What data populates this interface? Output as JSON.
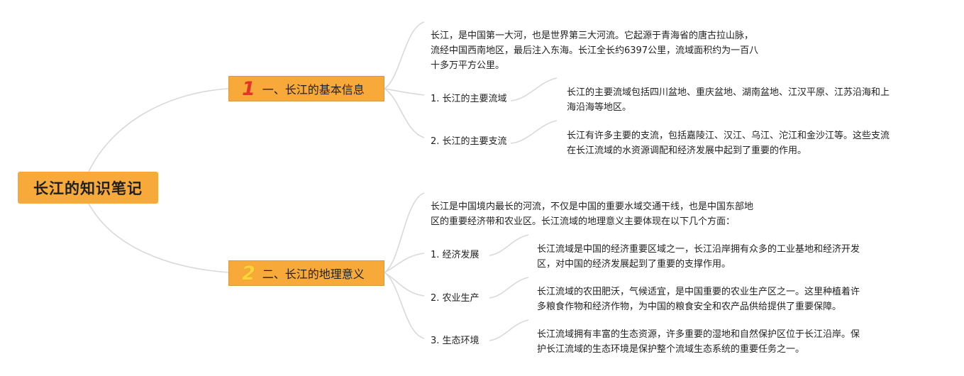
{
  "root": {
    "title": "长江的知识笔记"
  },
  "branches": [
    {
      "number": "1",
      "label": "一、长江的基本信息",
      "intro": [
        "长江，是中国第一大河，也是世界第三大河流。它起源于青海省的唐古拉山脉，",
        "流经中国西南地区，最后注入东海。长江全长约6397公里，流域面积约为一百八",
        "十多万平方公里。"
      ],
      "items": [
        {
          "label": "1. 长江的主要流域",
          "detail": [
            "长江的主要流域包括四川盆地、重庆盆地、湖南盆地、江汉平原、江苏沿海和上",
            "海沿海等地区。"
          ]
        },
        {
          "label": "2. 长江的主要支流",
          "detail": [
            "长江有许多主要的支流，包括嘉陵江、汉江、乌江、沱江和金沙江等。这些支流",
            "在长江流域的水资源调配和经济发展中起到了重要的作用。"
          ]
        }
      ]
    },
    {
      "number": "2",
      "label": "二、长江的地理意义",
      "intro": [
        "长江是中国境内最长的河流，不仅是中国的重要水域交通干线，也是中国东部地",
        "区的重要经济带和农业区。长江流域的地理意义主要体现在以下几个方面："
      ],
      "items": [
        {
          "label": "1. 经济发展",
          "detail": [
            "长江流域是中国的经济重要区域之一，长江沿岸拥有众多的工业基地和经济开发",
            "区，对中国的经济发展起到了重要的支撑作用。"
          ]
        },
        {
          "label": "2. 农业生产",
          "detail": [
            "长江流域的农田肥沃，气候适宜，是中国重要的农业生产区之一。这里种植着许",
            "多粮食作物和经济作物，为中国的粮食安全和农产品供给提供了重要保障。"
          ]
        },
        {
          "label": "3. 生态环境",
          "detail": [
            "长江流域拥有丰富的生态资源，许多重要的湿地和自然保护区位于长江沿岸。保",
            "护长江流域的生态环境是保护整个流域生态系统的重要任务之一。"
          ]
        }
      ]
    }
  ]
}
